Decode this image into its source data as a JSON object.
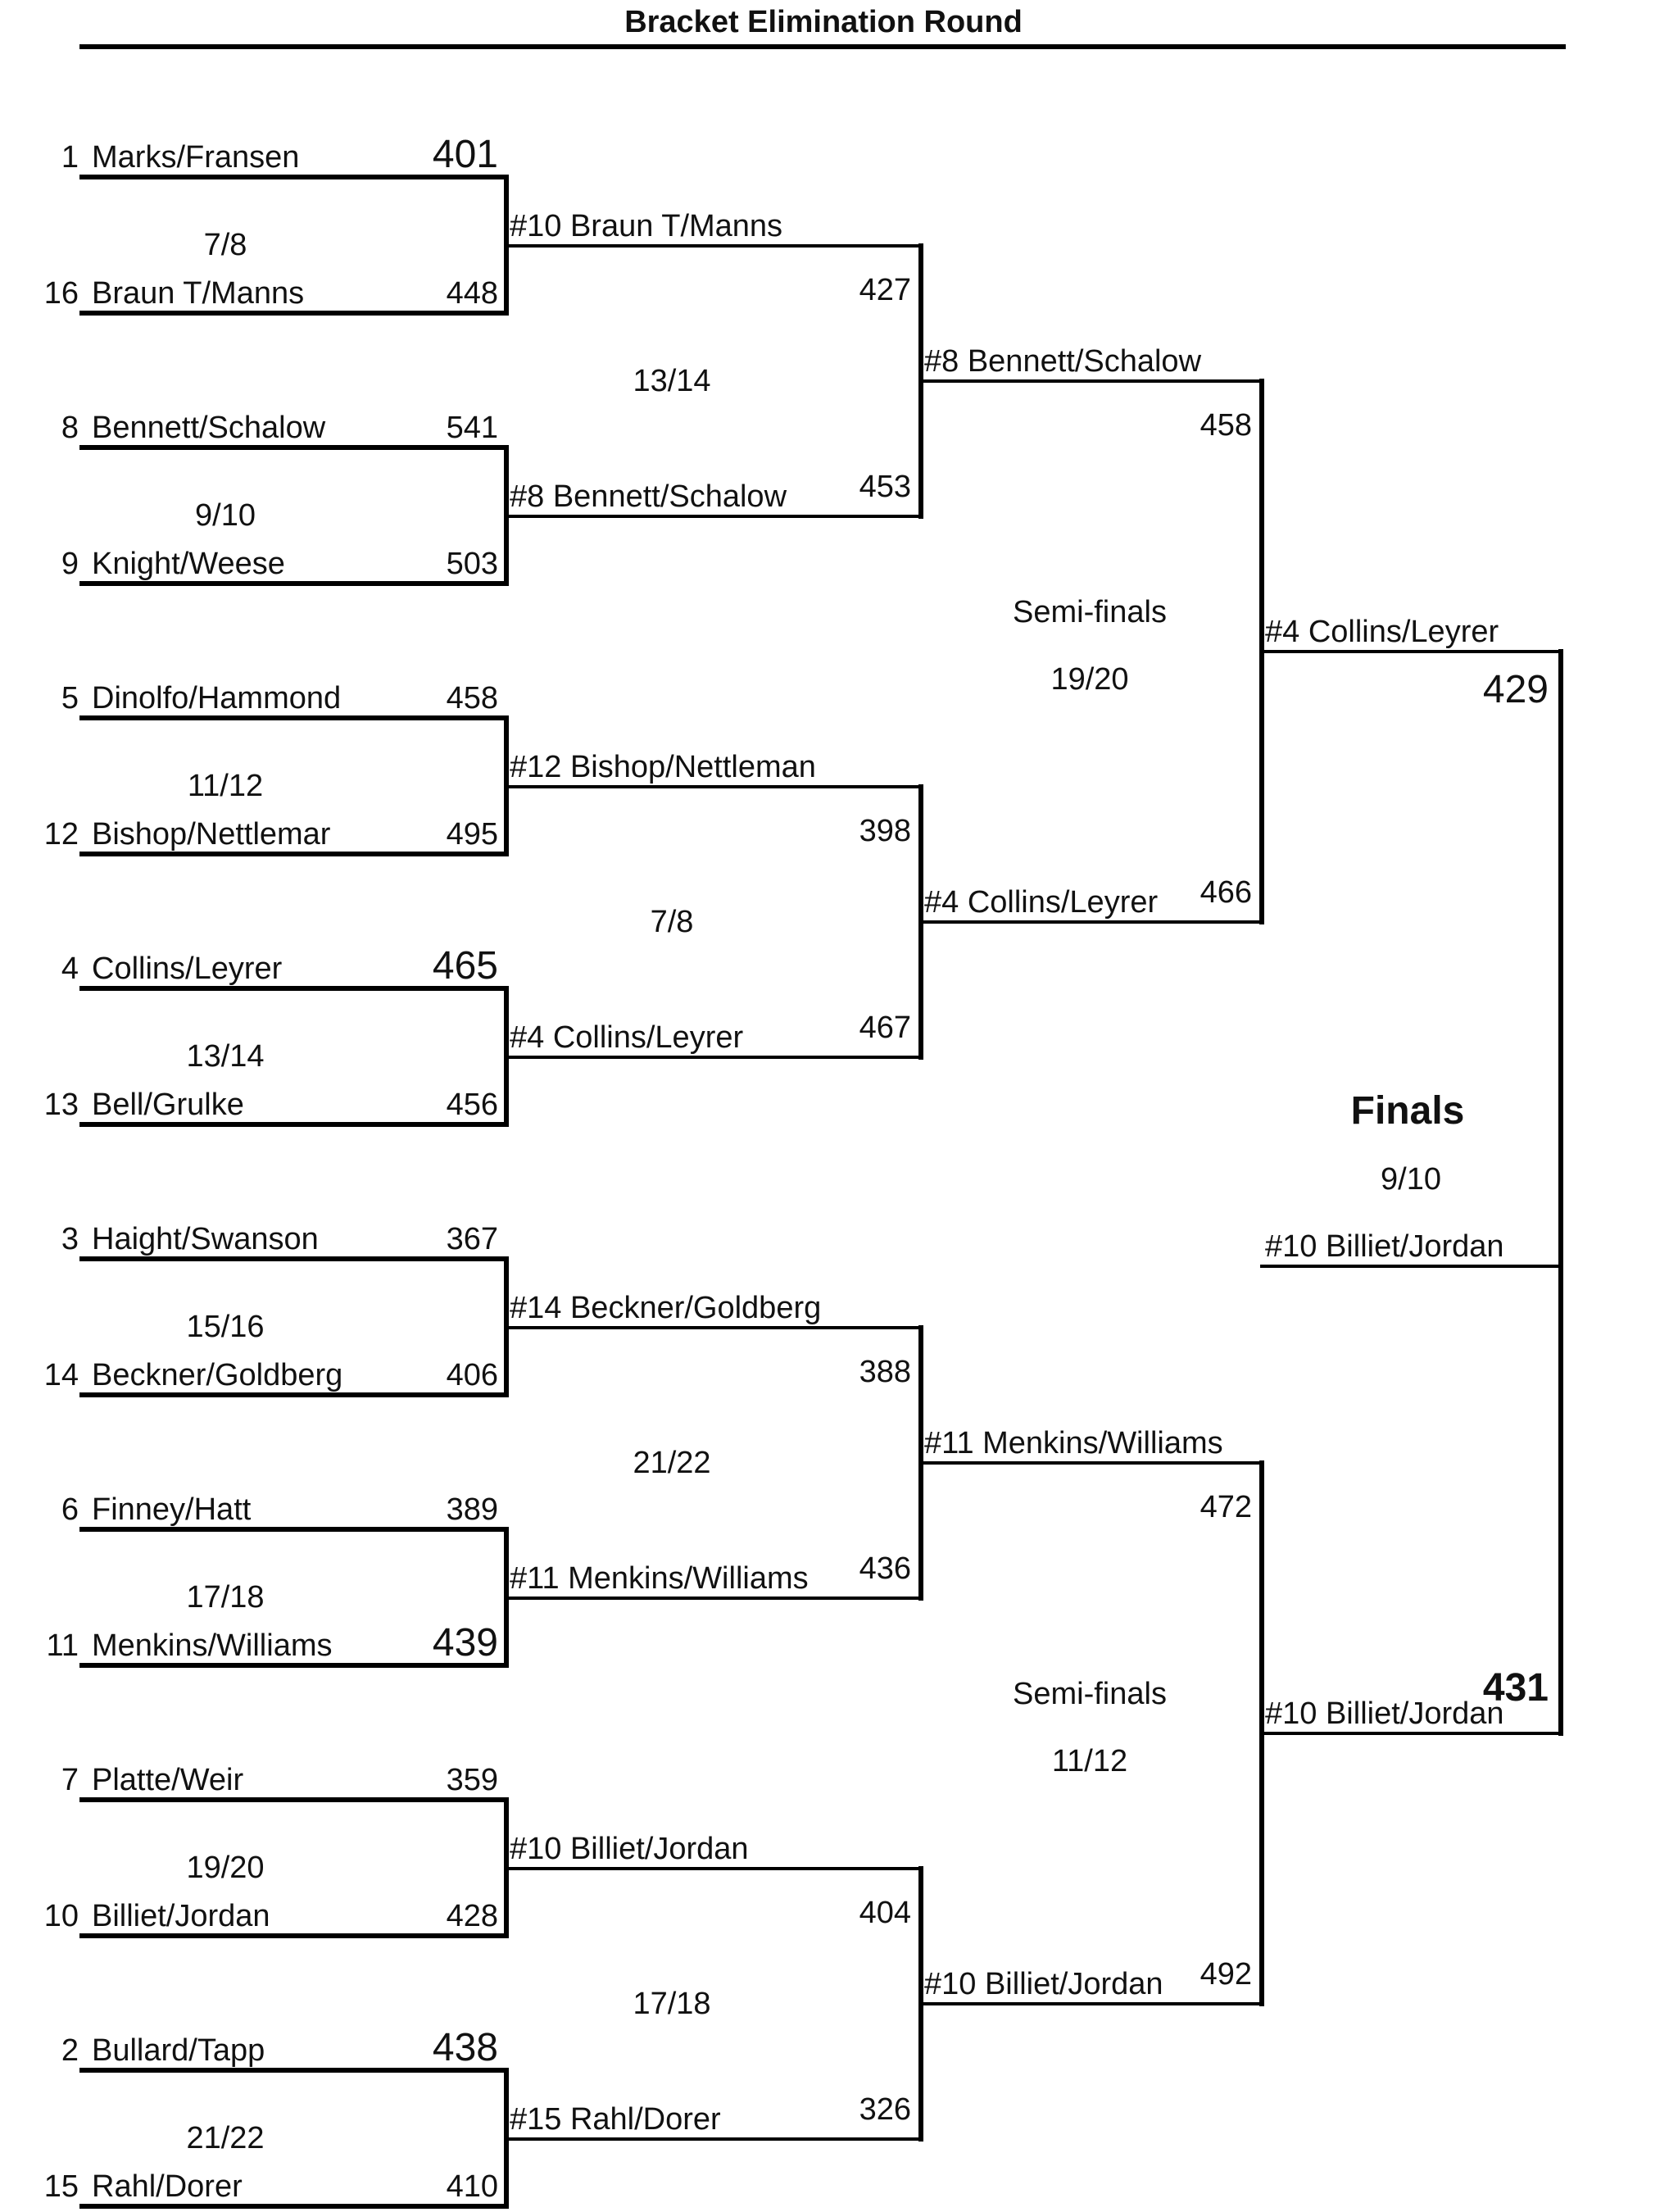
{
  "title": "Bracket Elimination Round",
  "round1": [
    {
      "top": {
        "seed": "1",
        "name": "Marks/Fransen",
        "score": "401",
        "big": true
      },
      "bottom": {
        "seed": "16",
        "name": "Braun T/Manns",
        "score": "448"
      },
      "lanes": "7/8",
      "winner": "#10 Braun T/Manns"
    },
    {
      "top": {
        "seed": "8",
        "name": "Bennett/Schalow",
        "score": "541"
      },
      "bottom": {
        "seed": "9",
        "name": "Knight/Weese",
        "score": "503"
      },
      "lanes": "9/10",
      "winner": "#8 Bennett/Schalow"
    },
    {
      "top": {
        "seed": "5",
        "name": "Dinolfo/Hammond",
        "score": "458"
      },
      "bottom": {
        "seed": "12",
        "name": "Bishop/Nettlemar",
        "score": "495"
      },
      "lanes": "11/12",
      "winner": "#12 Bishop/Nettleman"
    },
    {
      "top": {
        "seed": "4",
        "name": "Collins/Leyrer",
        "score": "465",
        "big": true
      },
      "bottom": {
        "seed": "13",
        "name": "Bell/Grulke",
        "score": "456"
      },
      "lanes": "13/14",
      "winner": "#4 Collins/Leyrer"
    },
    {
      "top": {
        "seed": "3",
        "name": "Haight/Swanson",
        "score": "367"
      },
      "bottom": {
        "seed": "14",
        "name": "Beckner/Goldberg",
        "score": "406"
      },
      "lanes": "15/16",
      "winner": "#14 Beckner/Goldberg"
    },
    {
      "top": {
        "seed": "6",
        "name": "Finney/Hatt",
        "score": "389"
      },
      "bottom": {
        "seed": "11",
        "name": "Menkins/Williams",
        "score": "439",
        "big": true
      },
      "lanes": "17/18",
      "winner": "#11 Menkins/Williams"
    },
    {
      "top": {
        "seed": "7",
        "name": "Platte/Weir",
        "score": "359"
      },
      "bottom": {
        "seed": "10",
        "name": "Billiet/Jordan",
        "score": "428"
      },
      "lanes": "19/20",
      "winner": "#10 Billiet/Jordan"
    },
    {
      "top": {
        "seed": "2",
        "name": "Bullard/Tapp",
        "score": "438",
        "big": true
      },
      "bottom": {
        "seed": "15",
        "name": "Rahl/Dorer",
        "score": "410"
      },
      "lanes": "21/22",
      "winner": "#15 Rahl/Dorer"
    }
  ],
  "round2": [
    {
      "top_score": "427",
      "bottom_score": "453",
      "lanes": "13/14",
      "winner": "#8 Bennett/Schalow"
    },
    {
      "top_score": "398",
      "bottom_score": "467",
      "lanes": "7/8",
      "winner": "#4 Collins/Leyrer"
    },
    {
      "top_score": "388",
      "bottom_score": "436",
      "lanes": "21/22",
      "winner": "#11 Menkins/Williams"
    },
    {
      "top_score": "404",
      "bottom_score": "326",
      "lanes": "17/18",
      "winner": "#10 Billiet/Jordan"
    }
  ],
  "semifinals": [
    {
      "label": "Semi-finals",
      "top_score": "458",
      "bottom_score": "466",
      "lanes": "19/20",
      "winner": "#4 Collins/Leyrer"
    },
    {
      "label": "Semi-finals",
      "top_score": "472",
      "bottom_score": "492",
      "lanes": "11/12",
      "winner": "#10 Billiet/Jordan"
    }
  ],
  "finals": {
    "label": "Finals",
    "lanes": "9/10",
    "top_score": "429",
    "bottom_score": "431",
    "winner": "#10 Billiet/Jordan"
  }
}
